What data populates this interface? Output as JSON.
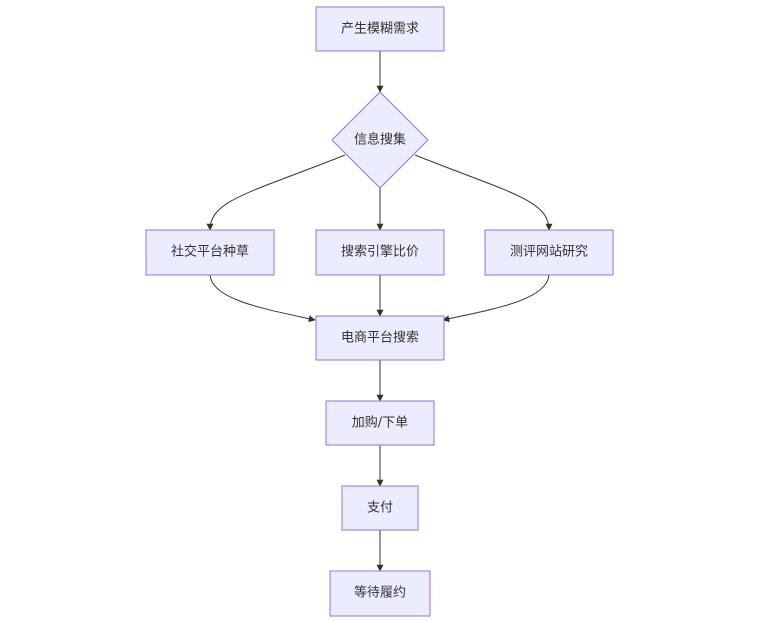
{
  "nodes": {
    "need": "产生模糊需求",
    "search_info": "信息搜集",
    "social": "社交平台种草",
    "search_engine": "搜索引擎比价",
    "review": "测评网站研究",
    "ecommerce": "电商平台搜索",
    "cart": "加购/下单",
    "pay": "支付",
    "fulfill": "等待履约"
  },
  "edges": [
    {
      "from": "need",
      "to": "search_info"
    },
    {
      "from": "search_info",
      "to": "social"
    },
    {
      "from": "search_info",
      "to": "search_engine"
    },
    {
      "from": "search_info",
      "to": "review"
    },
    {
      "from": "social",
      "to": "ecommerce"
    },
    {
      "from": "search_engine",
      "to": "ecommerce"
    },
    {
      "from": "review",
      "to": "ecommerce"
    },
    {
      "from": "ecommerce",
      "to": "cart"
    },
    {
      "from": "cart",
      "to": "pay"
    },
    {
      "from": "pay",
      "to": "fulfill"
    }
  ],
  "colors": {
    "node_fill": "#ECECFF",
    "node_stroke": "#9370DB",
    "edge": "#333333",
    "text": "#333333"
  }
}
